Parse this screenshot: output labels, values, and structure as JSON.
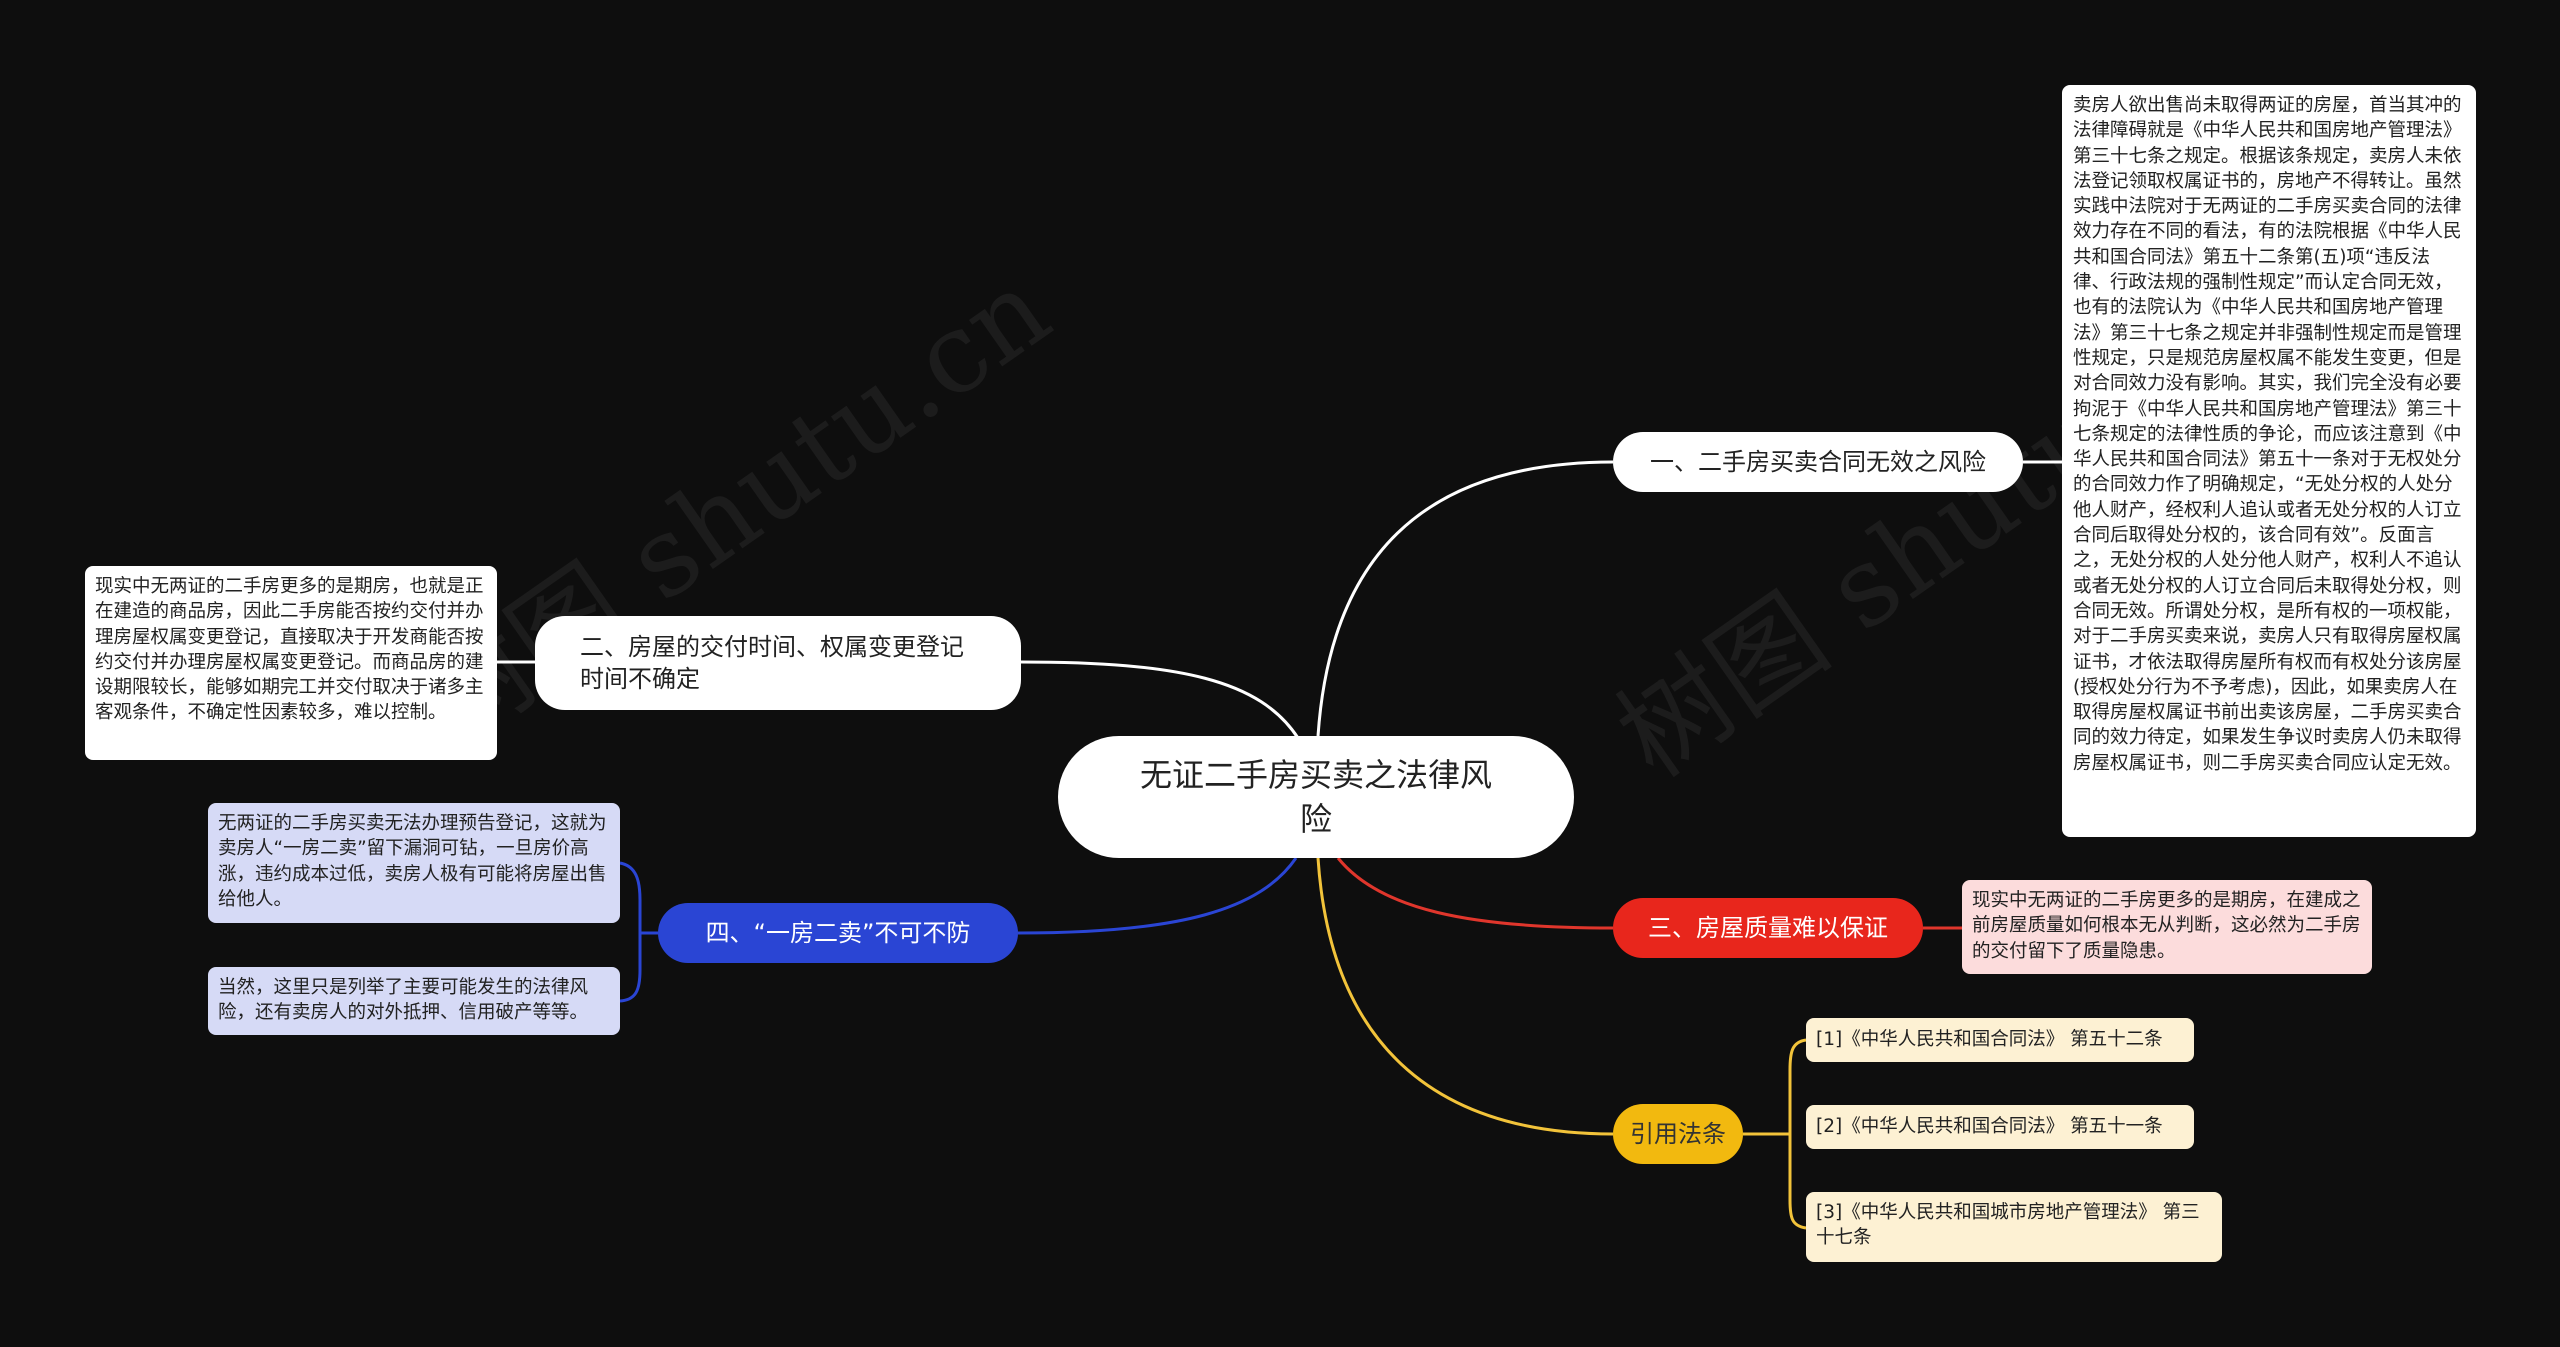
{
  "mindmap": {
    "root": {
      "label": "无证二手房买卖之法律风险"
    },
    "colors": {
      "background": "#0e0e0e",
      "branch_white": "#ffffff",
      "branch_red": "#e8261c",
      "branch_blue": "#2a45d4",
      "branch_yellow": "#f2b90f",
      "leaf_red": "#fcdcdc",
      "leaf_blue": "#d6daf6",
      "leaf_yellow": "#fdf1d3"
    },
    "branches": [
      {
        "label": "一、二手房买卖合同无效之风险",
        "color": "white",
        "children": [
          "卖房人欲出售尚未取得两证的房屋，首当其冲的法律障碍就是《中华人民共和国房地产管理法》第三十七条之规定。根据该条规定，卖房人未依法登记领取权属证书的，房地产不得转让。虽然实践中法院对于无两证的二手房买卖合同的法律效力存在不同的看法，有的法院根据《中华人民共和国合同法》第五十二条第(五)项“违反法律、行政法规的强制性规定”而认定合同无效，也有的法院认为《中华人民共和国房地产管理法》第三十七条之规定并非强制性规定而是管理性规定，只是规范房屋权属不能发生变更，但是对合同效力没有影响。其实，我们完全没有必要拘泥于《中华人民共和国房地产管理法》第三十七条规定的法律性质的争论，而应该注意到《中华人民共和国合同法》第五十一条对于无权处分的合同效力作了明确规定，“无处分权的人处分他人财产，经权利人追认或者无处分权的人订立合同后取得处分权的，该合同有效”。反面言之，无处分权的人处分他人财产，权利人不追认或者无处分权的人订立合同后未取得处分权，则合同无效。所谓处分权，是所有权的一项权能，对于二手房买卖来说，卖房人只有取得房屋权属证书，才依法取得房屋所有权而有权处分该房屋(授权处分行为不予考虑)，因此，如果卖房人在取得房屋权属证书前出卖该房屋，二手房买卖合同的效力待定，如果发生争议时卖房人仍未取得房屋权属证书，则二手房买卖合同应认定无效。"
        ]
      },
      {
        "label": "二、房屋的交付时间、权属变更登记时间不确定",
        "color": "white",
        "children": [
          "现实中无两证的二手房更多的是期房，也就是正在建造的商品房，因此二手房能否按约交付并办理房屋权属变更登记，直接取决于开发商能否按约交付并办理房屋权属变更登记。而商品房的建设期限较长，能够如期完工并交付取决于诸多主客观条件，不确定性因素较多，难以控制。"
        ]
      },
      {
        "label": "三、房屋质量难以保证",
        "color": "red",
        "children": [
          "现实中无两证的二手房更多的是期房，在建成之前房屋质量如何根本无从判断，这必然为二手房的交付留下了质量隐患。"
        ]
      },
      {
        "label": "四、“一房二卖”不可不防",
        "color": "blue",
        "children": [
          "无两证的二手房买卖无法办理预告登记，这就为卖房人“一房二卖”留下漏洞可钻，一旦房价高涨，违约成本过低，卖房人极有可能将房屋出售给他人。",
          "当然，这里只是列举了主要可能发生的法律风险，还有卖房人的对外抵押、信用破产等等。"
        ]
      },
      {
        "label": "引用法条",
        "color": "yellow",
        "children": [
          "[1]《中华人民共和国合同法》 第五十二条",
          "[2]《中华人民共和国合同法》 第五十一条",
          "[3]《中华人民共和国城市房地产管理法》 第三十七条"
        ]
      }
    ],
    "watermark": "树图 shutu.cn"
  }
}
